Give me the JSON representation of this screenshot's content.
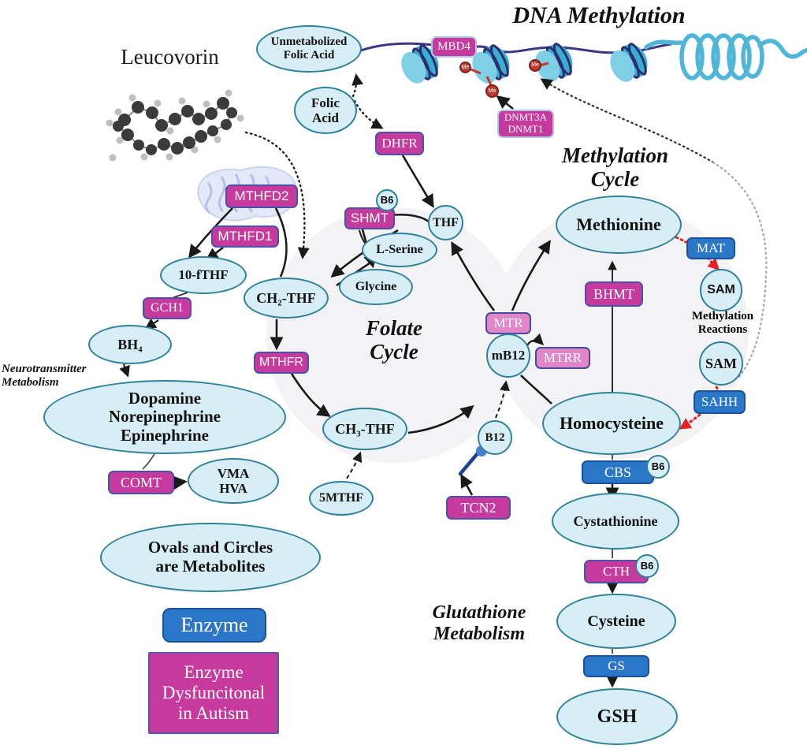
{
  "titles": {
    "dna_methylation": "DNA Methylation",
    "methylation_cycle": "Methylation\nCycle",
    "folate_cycle": "Folate\nCycle",
    "glutathione_metabolism": "Glutathione\nMetabolism",
    "neurotransmitter_metabolism": "Neurotransmitter\nMetabolism",
    "methylation_reactions": "Methylation\nReactions",
    "leucovorin": "Leucovorin"
  },
  "metabolites": {
    "unmetabolized_folic_acid": "Unmetabolized\nFolic Acid",
    "folic_acid": "Folic\nAcid",
    "thf": "THF",
    "l_serine": "L-Serine",
    "glycine": "Glycine",
    "ch2_thf": "CH₂-THF",
    "ch3_thf": "CH₃-THF",
    "five_mthf": "5MTHF",
    "ten_fthf": "10-fTHF",
    "bh4": "BH₄",
    "neurotransmitters": "Dopamine\nNorepinephrine\nEpinephrine",
    "vma_hva": "VMA\nHVA",
    "methionine": "Methionine",
    "sam_upper": "SAM",
    "sam_lower": "SAM",
    "homocysteine": "Homocysteine",
    "cystathionine": "Cystathionine",
    "cysteine": "Cysteine",
    "gsh": "GSH",
    "mb12": "mB12",
    "b12": "B12"
  },
  "cofactor_b6": "B6",
  "methyl_mark": "Me",
  "enzymes": {
    "dhfr": "DHFR",
    "mbd4": "MBD4",
    "dnmt": "DNMT3A\nDNMT1",
    "mthfd2": "MTHFD2",
    "mthfd1": "MTHFD1",
    "shmt": "SHMT",
    "mthfr": "MTHFR",
    "gch1": "GCH1",
    "comt": "COMT",
    "mtr": "MTR",
    "mtrr": "MTRR",
    "bhmt": "BHMT",
    "mat": "MAT",
    "sahh": "SAHH",
    "cbs": "CBS",
    "cth": "CTH",
    "gs": "GS",
    "tcn2": "TCN2"
  },
  "legend": {
    "metabolite_note": "Ovals and Circles\nare Metabolites",
    "enzyme_normal": "Enzyme",
    "enzyme_dysfunctional": "Enzyme\nDysfuncitonal\nin Autism"
  },
  "colors": {
    "metabolite_fill": "#d8eef6",
    "metabolite_border": "#2f8299",
    "enzyme_normal_fill": "#2b77c7",
    "enzyme_dysfunctional_fill": "#c73a9d",
    "enzyme_dysfunctional_light_fill": "#e186c8",
    "methyl_red": "#bf3a2f",
    "dna_strand": "#3c3682",
    "chromatin_cyan": "#4fb5d9",
    "cycle_fill": "#f3f3f5",
    "arrow_red_dotted": "#e32222"
  }
}
